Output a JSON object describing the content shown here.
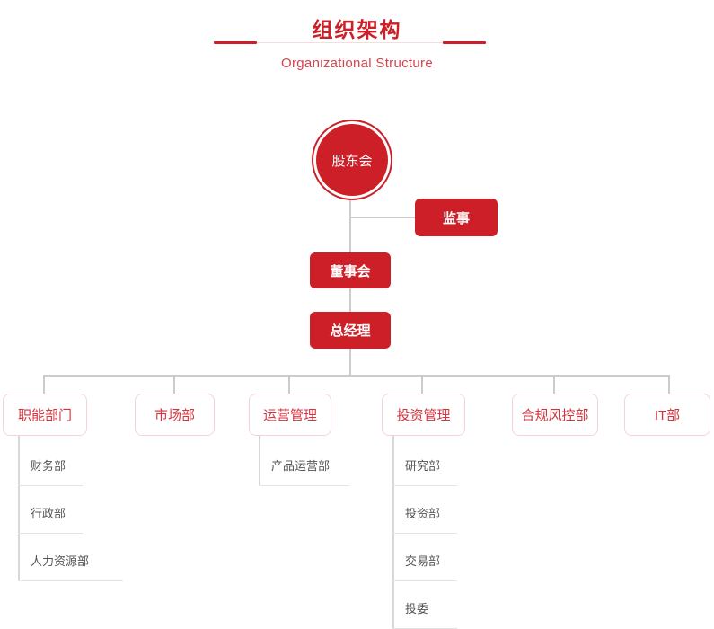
{
  "header": {
    "title_cn": "组织架构",
    "title_en": "Organizational Structure",
    "accent_color": "#cc1f28",
    "rule_color": "#f6dcdd"
  },
  "chart": {
    "root": {
      "label": "股东会",
      "shape": "circle"
    },
    "supervisor": {
      "label": "监事",
      "shape": "box"
    },
    "board": {
      "label": "董事会",
      "shape": "box"
    },
    "gm": {
      "label": "总经理",
      "shape": "box"
    },
    "departments": [
      {
        "label": "职能部门",
        "children": [
          {
            "label": "财务部"
          },
          {
            "label": "行政部"
          },
          {
            "label": "人力资源部"
          }
        ]
      },
      {
        "label": "市场部",
        "children": []
      },
      {
        "label": "运营管理",
        "children": [
          {
            "label": "产品运营部"
          }
        ]
      },
      {
        "label": "投资管理",
        "children": [
          {
            "label": "研究部"
          },
          {
            "label": "投资部"
          },
          {
            "label": "交易部"
          },
          {
            "label": "投委"
          }
        ]
      },
      {
        "label": "合规风控部",
        "children": []
      },
      {
        "label": "IT部",
        "children": []
      }
    ]
  },
  "colors": {
    "brand_red": "#cc1f28",
    "dept_text": "#d6333c",
    "dept_border": "#f7d3d6",
    "connector": "#cccccc",
    "sub_text": "#555555",
    "sub_divider": "#e4e4e4"
  }
}
